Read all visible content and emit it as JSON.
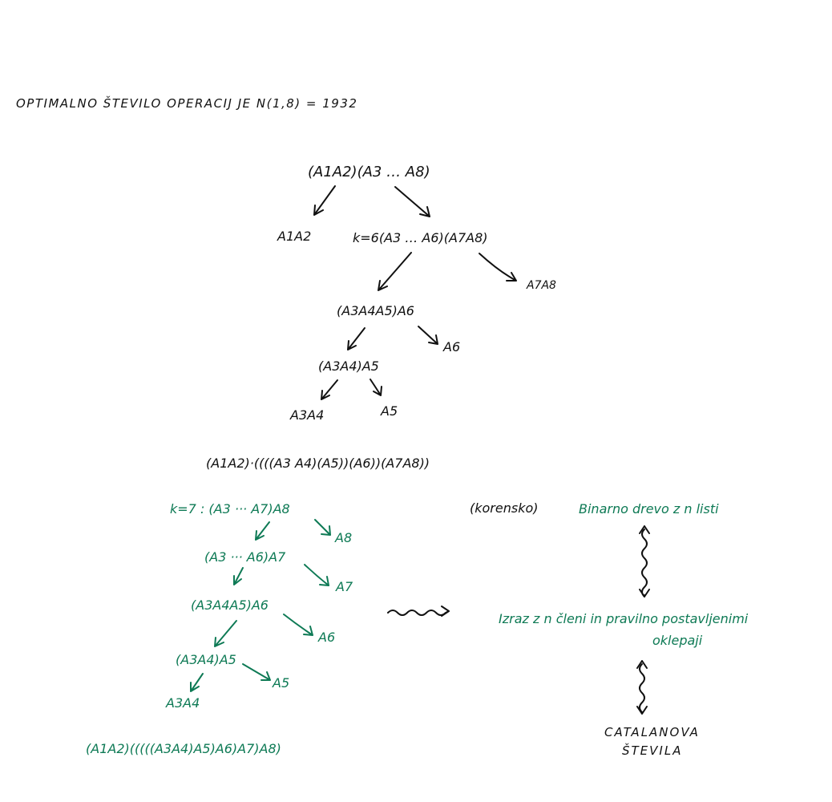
{
  "header": {
    "text": "OPTIMALNO ŠTEVILO OPERACIJ JE  N(1,8) = 1932"
  },
  "black_tree": {
    "root": "(A1A2)(A3 … A8)",
    "left_leaf": "A1A2",
    "split_node": "k=6(A3 … A6)(A7A8)",
    "right_leaf_a7a8": "A7A8",
    "node_3456": "(A3A4A5)A6",
    "leaf_a6": "A6",
    "node_345": "(A3A4)A5",
    "leaf_a3a4": "A3A4",
    "leaf_a5": "A5",
    "expression": "(A1A2)·((((A3 A4)(A5))(A6))(A7A8))"
  },
  "green_tree": {
    "root": "k=7 : (A3 ··· A7)A8",
    "leaf_a8": "A8",
    "node_a7": "(A3 ··· A6)A7",
    "leaf_a7": "A7",
    "node_a6": "(A3A4A5)A6",
    "leaf_a6": "A6",
    "node_a5": "(A3A4)A5",
    "leaf_a5": "A5",
    "leaf_a3a4": "A3A4",
    "expression": "(A1A2)(((((A3A4)A5)A6)A7)A8)"
  },
  "right_panel": {
    "korensko": "(korensko)",
    "binary_tree": "Binarno drevo z n listi",
    "izraz_line1": "Izraz z n členi in pravilno postavljenimi",
    "izraz_line2": "oklepaji",
    "catalan_line1": "CATALANOVA",
    "catalan_line2": "ŠTEVILA"
  },
  "colors": {
    "ink": "#111111",
    "green": "#0e7a55",
    "background": "#ffffff"
  }
}
